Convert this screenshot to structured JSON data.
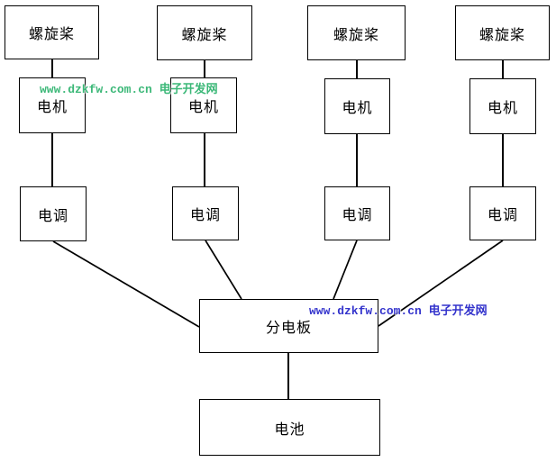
{
  "diagram": {
    "nodes": {
      "propeller": "螺旋桨",
      "motor": "电机",
      "esc": "电调",
      "power_board": "分电板",
      "battery": "电池"
    },
    "watermarks": {
      "green": {
        "text": "www.dzkfw.com.cn 电子开发网",
        "color": "#3CB878"
      },
      "blue": {
        "text": "www.dzkfw.com.cn 电子开发网",
        "color": "#3333CC"
      }
    },
    "colors": {
      "background": "#FFFFFF",
      "box_border": "#000000",
      "line": "#000000",
      "label_text": "#000000"
    }
  }
}
